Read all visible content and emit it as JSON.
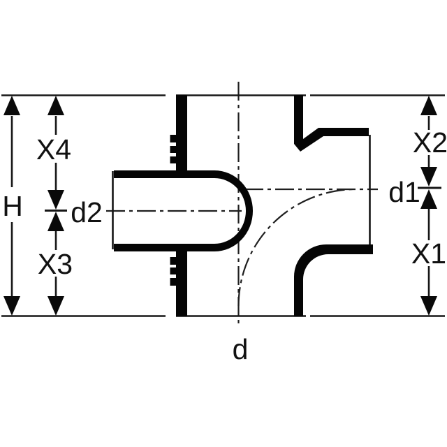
{
  "diagram": {
    "type": "technical-dimension-drawing",
    "subject": "pipe branch fitting cross-section",
    "background_color": "#ffffff",
    "line_color": "#111111",
    "labels": {
      "height_total": "H",
      "x4": "X4",
      "x3": "X3",
      "x2": "X2",
      "x1": "X1",
      "d": "d",
      "d1": "d1",
      "d2": "d2"
    }
  }
}
